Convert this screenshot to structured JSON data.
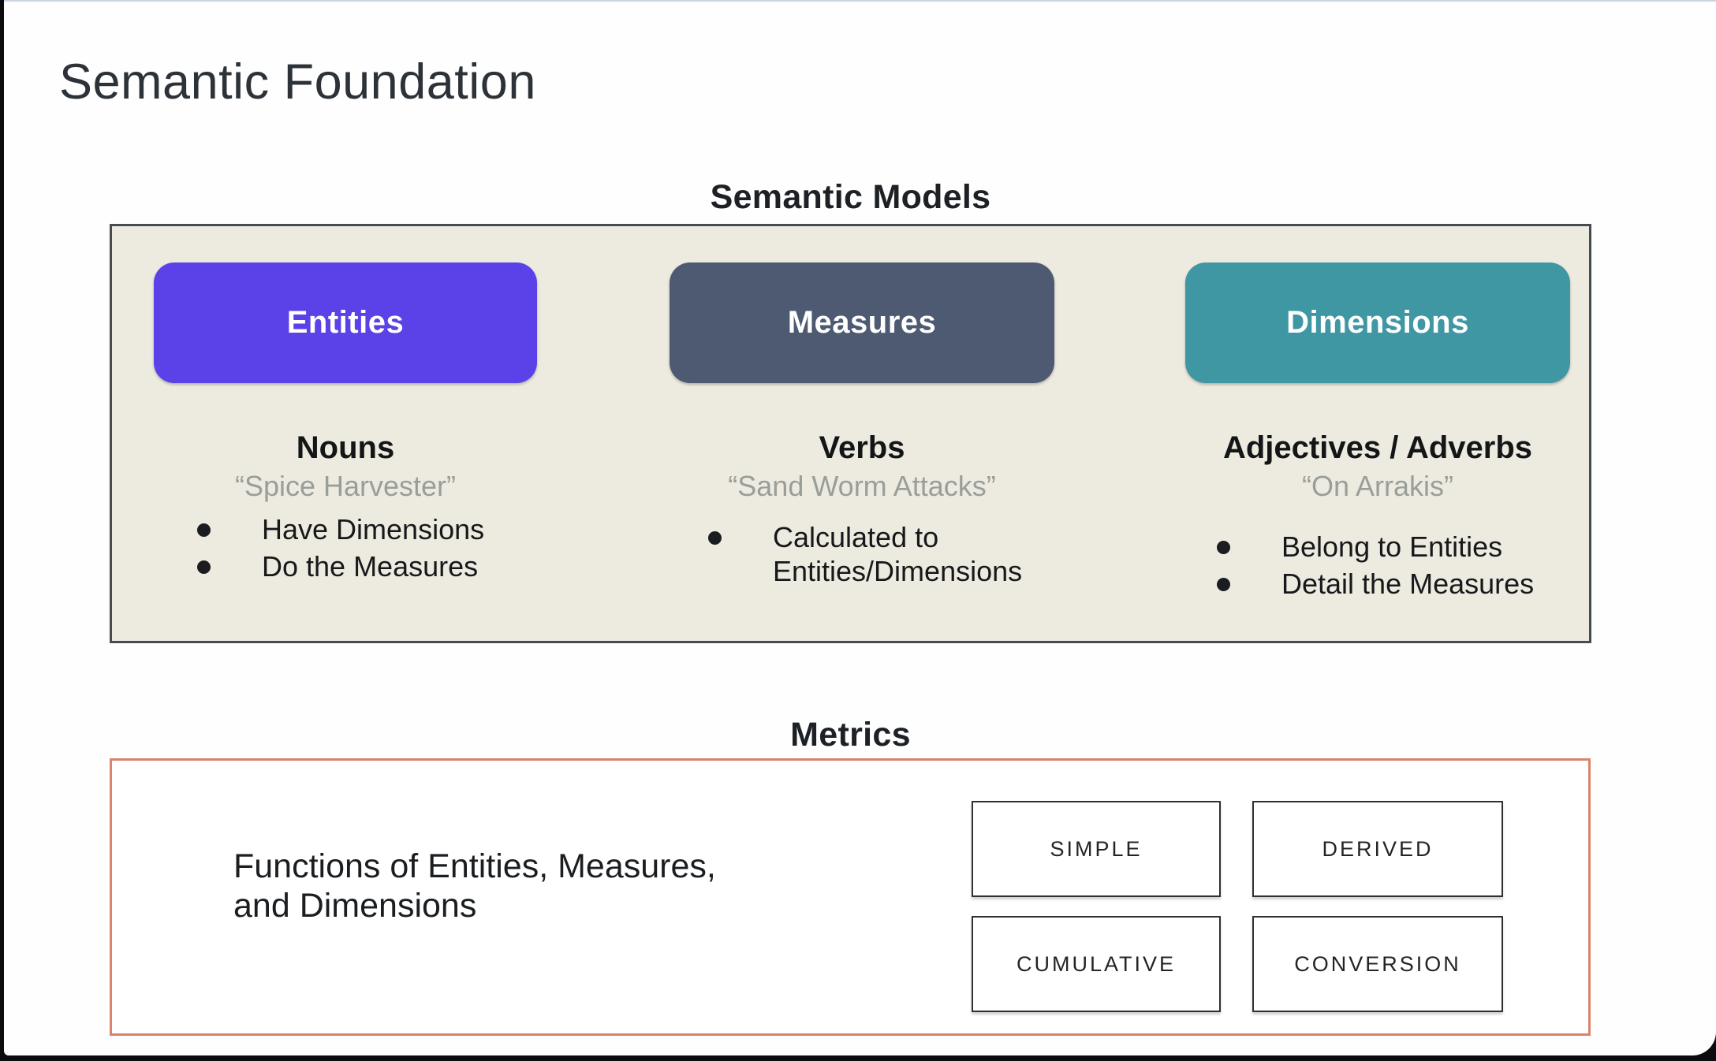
{
  "slide": {
    "title": "Semantic Foundation"
  },
  "semantic_models": {
    "heading": "Semantic Models",
    "panel_bg": "#edebe0",
    "columns": [
      {
        "label": "Entities",
        "color": "#5a41e8",
        "subtitle": "Nouns",
        "quote": "“Spice Harvester”",
        "bullets": [
          "Have Dimensions",
          "Do the Measures"
        ]
      },
      {
        "label": "Measures",
        "color": "#4d5a72",
        "subtitle": "Verbs",
        "quote": "“Sand Worm Attacks”",
        "bullets": [
          "Calculated to Entities/Dimensions"
        ]
      },
      {
        "label": "Dimensions",
        "color": "#3e97a3",
        "subtitle": "Adjectives / Adverbs",
        "quote": "“On Arrakis”",
        "bullets": [
          "Belong to Entities",
          "Detail the Measures"
        ]
      }
    ]
  },
  "metrics": {
    "heading": "Metrics",
    "border_color": "#d9836b",
    "description_lines": [
      "Functions of Entities, Measures,",
      "and Dimensions"
    ],
    "types": [
      "SIMPLE",
      "DERIVED",
      "CUMULATIVE",
      "CONVERSION"
    ]
  }
}
